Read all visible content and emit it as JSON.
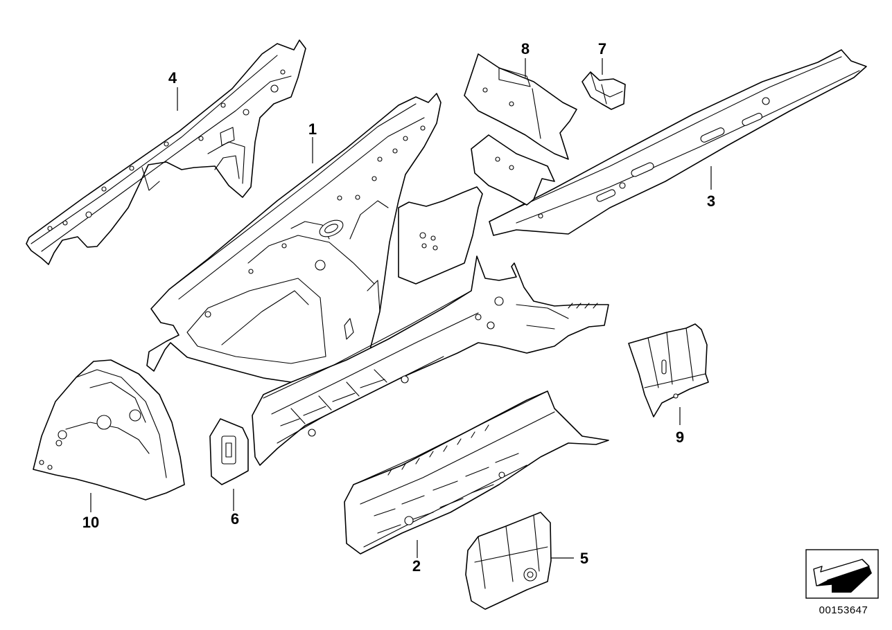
{
  "callouts": {
    "c1": "1",
    "c2": "2",
    "c3": "3",
    "c4": "4",
    "c5": "5",
    "c6": "6",
    "c7": "7",
    "c8": "8",
    "c9": "9",
    "c10": "10"
  },
  "document_number": "00153647",
  "colors": {
    "line": "#000000",
    "background": "#ffffff"
  },
  "icons": {
    "orientation": "direction-arrow-icon"
  }
}
